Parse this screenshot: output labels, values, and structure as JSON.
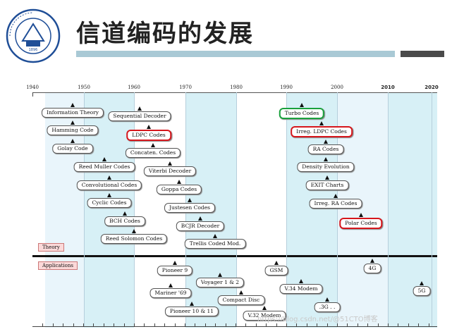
{
  "header": {
    "title": "信道编码的发展",
    "logo_text_left": "BEIJING JIAOTONG",
    "logo_text_right": "UNIVERSITY",
    "logo_year": "1896",
    "accent_color": "#a9c9d5",
    "dark_bar_color": "#4a4a4a"
  },
  "axis": {
    "years": [
      "1940",
      "1950",
      "1960",
      "1970",
      "1980",
      "1990",
      "2000",
      "2010",
      "2020"
    ]
  },
  "sections": {
    "theory": "Theory",
    "applications": "Applications"
  },
  "theory_items": [
    {
      "label": "Information Theory",
      "year": 1948
    },
    {
      "label": "Hamming Code",
      "year": 1950
    },
    {
      "label": "Golay Code",
      "year": 1949
    },
    {
      "label": "Reed Muller Codes",
      "year": 1954
    },
    {
      "label": "Convolutional Codes",
      "year": 1955
    },
    {
      "label": "Cyclic Codes",
      "year": 1957
    },
    {
      "label": "BCH Codes",
      "year": 1959
    },
    {
      "label": "Reed Solomon Codes",
      "year": 1960
    },
    {
      "label": "Sequential Decoder",
      "year": 1961
    },
    {
      "label": "LDPC Codes",
      "year": 1962,
      "highlight": "red"
    },
    {
      "label": "Concaten. Codes",
      "year": 1966
    },
    {
      "label": "Viterbi Decoder",
      "year": 1967
    },
    {
      "label": "Goppa Codes",
      "year": 1970
    },
    {
      "label": "Justesen Codes",
      "year": 1972
    },
    {
      "label": "BCJR Decoder",
      "year": 1974
    },
    {
      "label": "Trellis Coded Mod.",
      "year": 1976
    },
    {
      "label": "Turbo Codes",
      "year": 1993,
      "highlight": "green"
    },
    {
      "label": "Irreg. LDPC Codes",
      "year": 1997,
      "highlight": "red"
    },
    {
      "label": "RA Codes",
      "year": 1998
    },
    {
      "label": "Density Evolution",
      "year": 1998
    },
    {
      "label": "EXIT Charts",
      "year": 1999
    },
    {
      "label": "Irreg. RA Codes",
      "year": 2000
    },
    {
      "label": "Polar Codes",
      "year": 2008,
      "highlight": "red"
    }
  ],
  "application_items": [
    {
      "label": "Pioneer 9",
      "year": 1968
    },
    {
      "label": "Voyager 1 & 2",
      "year": 1977
    },
    {
      "label": "Mariner '69",
      "year": 1969
    },
    {
      "label": "Compact Disc",
      "year": 1982
    },
    {
      "label": "Pioneer 10 & 11",
      "year": 1972
    },
    {
      "label": "GSM",
      "year": 1991
    },
    {
      "label": "V.34 Modem",
      "year": 1994
    },
    {
      "label": "V.32 Modem",
      "year": 1984
    },
    {
      "label": ".3G . .",
      "year": 1998
    },
    {
      "label": "4G",
      "year": 2009
    },
    {
      "label": "5G",
      "year": 2018
    }
  ],
  "watermark": "https://blog.csdn.net/@51CTO博客"
}
